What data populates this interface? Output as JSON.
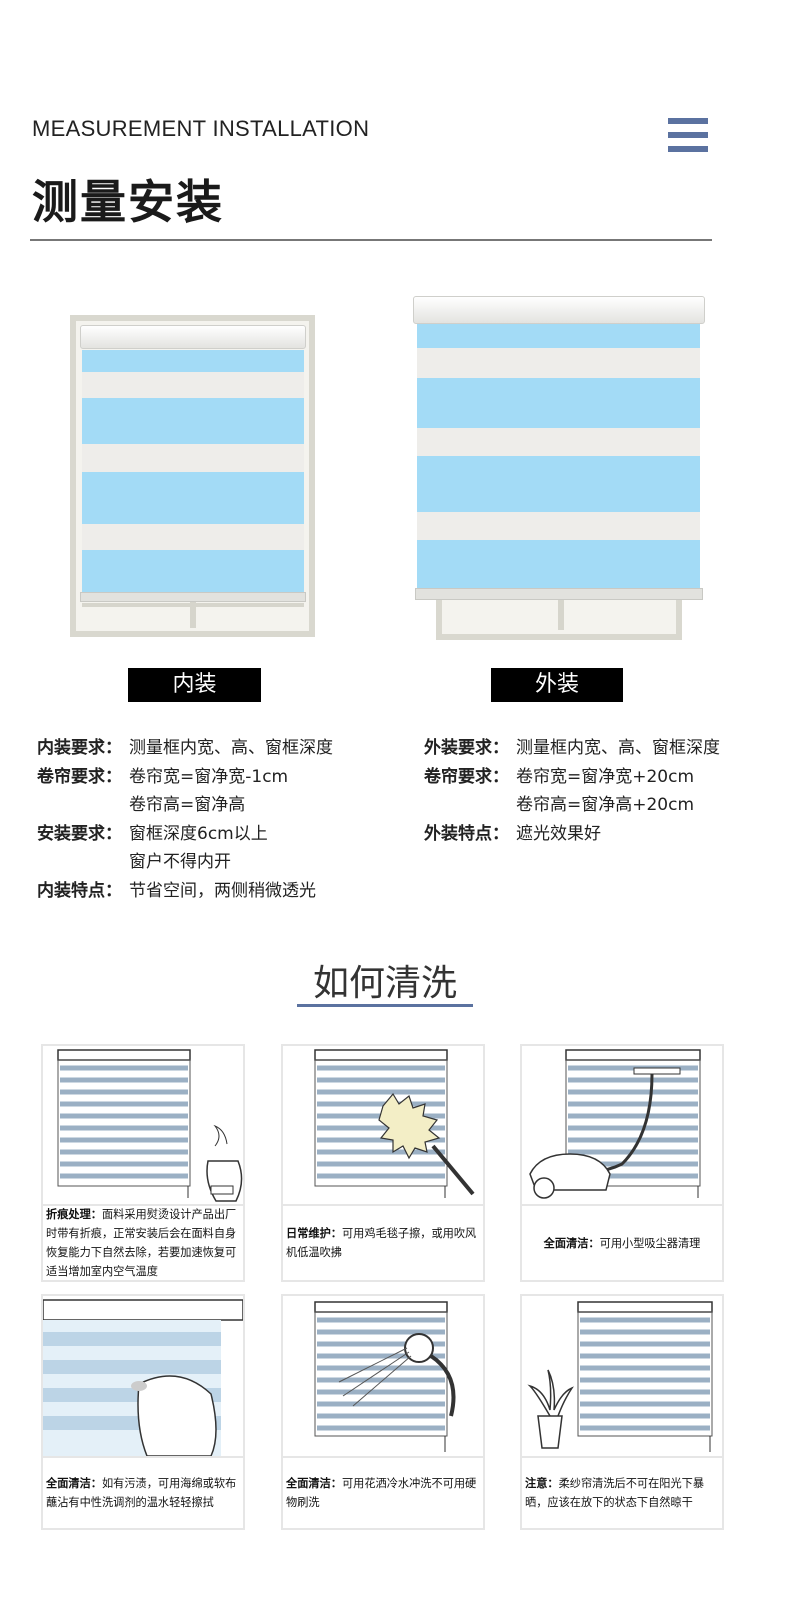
{
  "header": {
    "eng_title": "MEASUREMENT INSTALLATION",
    "cn_title": "测量安装"
  },
  "inner": {
    "tag": "内装",
    "rows": [
      {
        "k": "内装要求：",
        "v": "测量框内宽、高、窗框深度"
      },
      {
        "k": "卷帘要求：",
        "v": "卷帘宽=窗净宽-1cm"
      },
      {
        "k": "",
        "v": "卷帘高=窗净高"
      },
      {
        "k": "安装要求：",
        "v": "窗框深度6cm以上"
      },
      {
        "k": "",
        "v": "窗户不得内开"
      },
      {
        "k": "内装特点：",
        "v": "节省空间，两侧稍微透光"
      }
    ]
  },
  "outer": {
    "tag": "外装",
    "rows": [
      {
        "k": "外装要求：",
        "v": "测量框内宽、高、窗框深度"
      },
      {
        "k": "卷帘要求：",
        "v": "卷帘宽=窗净宽+20cm"
      },
      {
        "k": "",
        "v": "卷帘高=窗净高+20cm"
      },
      {
        "k": "外装特点：",
        "v": "遮光效果好"
      }
    ]
  },
  "wash": {
    "title": "如何清洗",
    "cards": [
      {
        "k": "折痕处理：",
        "v": "面料采用熨烫设计产品出厂时带有折痕，正常安装后会在面料自身恢复能力下自然去除，若要加速恢复可适当增加室内空气温度"
      },
      {
        "k": "日常维护：",
        "v": "可用鸡毛毯子擦，或用吹风机低温吹拂"
      },
      {
        "k": "全面清洁：",
        "v": "可用小型吸尘器清理"
      },
      {
        "k": "全面清洁：",
        "v": "如有污渍，可用海绵或软布蘸沾有中性洗调剂的温水轻轻擦拭"
      },
      {
        "k": "全面清洁：",
        "v": "可用花洒冷水冲洗不可用硬物刷洗"
      },
      {
        "k": "注意：",
        "v": "柔纱帘清洗后不可在阳光下暴晒，应该在放下的状态下自然晾干"
      }
    ]
  },
  "colors": {
    "accent": "#5b72a0",
    "stripe_blue": "#a3dbf6",
    "tag_bg": "#000000"
  }
}
